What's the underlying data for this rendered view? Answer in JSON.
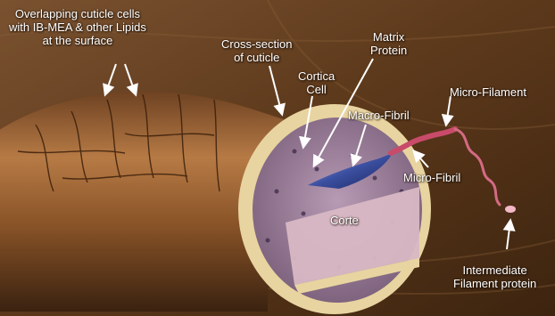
{
  "colors": {
    "background": "#6b4422",
    "label_text": "#ffffff",
    "arrow": "#ffffff",
    "cuticle": "#a0673a",
    "cortex_fill": "#9a7c98",
    "macrofibril": "#3b4fa0",
    "microfibril": "#c84b6a"
  },
  "labels": {
    "overlapping": {
      "line1": "Overlapping cuticle cells",
      "line2": "with IB-MEA & other Lipids",
      "line3": "at the surface"
    },
    "cross_section": {
      "line1": "Cross-section",
      "line2": "of cuticle"
    },
    "matrix_protein": {
      "line1": "Matrix",
      "line2": "Protein"
    },
    "cortica_cell": {
      "line1": "Cortica",
      "line2": "Cell"
    },
    "macro_fibril": "Macro-Fibril",
    "micro_filament": "Micro-Filament",
    "micro_fibril": "Micro-Fibril",
    "corte": "Corte",
    "intermediate": {
      "line1": "Intermediate",
      "line2": "Filament protein"
    }
  }
}
